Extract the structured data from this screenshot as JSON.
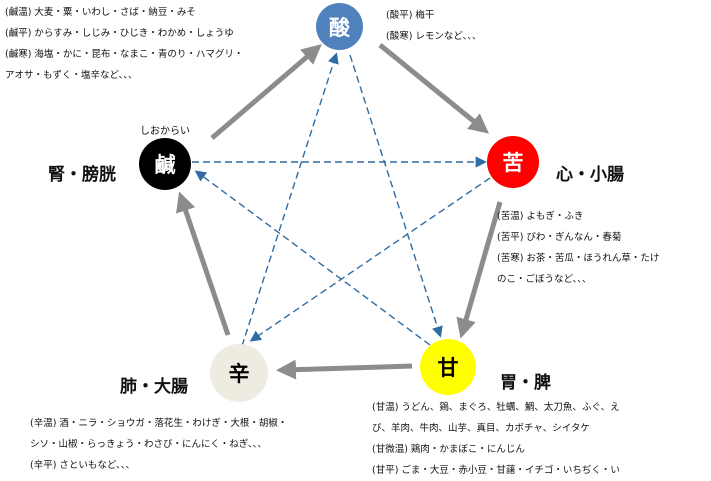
{
  "nodes": {
    "sour": {
      "glyph": "酸",
      "color": "#4f81bd",
      "text_color": "#ffffff"
    },
    "bitter": {
      "glyph": "苦",
      "color": "#ff0000",
      "text_color": "#ffffff"
    },
    "sweet": {
      "glyph": "甘",
      "color": "#ffff00",
      "text_color": "#000000"
    },
    "pungent": {
      "glyph": "辛",
      "color": "#eeece1",
      "text_color": "#000000"
    },
    "salty": {
      "glyph": "鹹",
      "color": "#000000",
      "text_color": "#ffffff"
    }
  },
  "organs": {
    "salty": "腎・膀胱",
    "bitter": "心・小腸",
    "sweet": "胃・脾",
    "pungent": "肺・大腸"
  },
  "salty_reading": "しおからい",
  "notes": {
    "salty": [
      "(鹹温) 大麦・粟・いわし・さば・納豆・みそ",
      "(鹹平) からすみ・しじみ・ひじき・わかめ・しょうゆ",
      "(鹹寒) 海塩・かに・昆布・なまこ・青のり・ハマグリ・",
      "アオサ・もずく・塩辛など、、、"
    ],
    "sour": [
      "(酸平) 梅干",
      "(酸寒) レモンなど、、、"
    ],
    "bitter": [
      "(苦温) よもぎ・ふき",
      "(苦平) びわ・ぎんなん・春菊",
      "(苦寒) お茶・苦瓜・ほうれん草・たけ",
      "のこ・ごぼうなど、、、"
    ],
    "pungent": [
      "(辛温) 酒・ニラ・ショウガ・落花生・わけぎ・大根・胡椒・",
      "シソ・山椒・らっきょう・わさび・にんにく・ねぎ、、、",
      "(辛平) さといもなど、、、"
    ],
    "sweet": [
      "(甘温) うどん、鶏、まぐろ、牡蠣、鯛、太刀魚、ふぐ、え",
      "び、羊肉、牛肉、山芋、真目、カボチャ、シイタケ",
      "(甘微温) 鶏肉・かまぼこ・にんじん",
      "(甘平) ごま・大豆・赤小豆・甘藷・イチゴ・いちぢく・い"
    ]
  },
  "colors": {
    "cycle_arrow": "#8c8c8c",
    "control_arrow": "#2e6ca4"
  }
}
